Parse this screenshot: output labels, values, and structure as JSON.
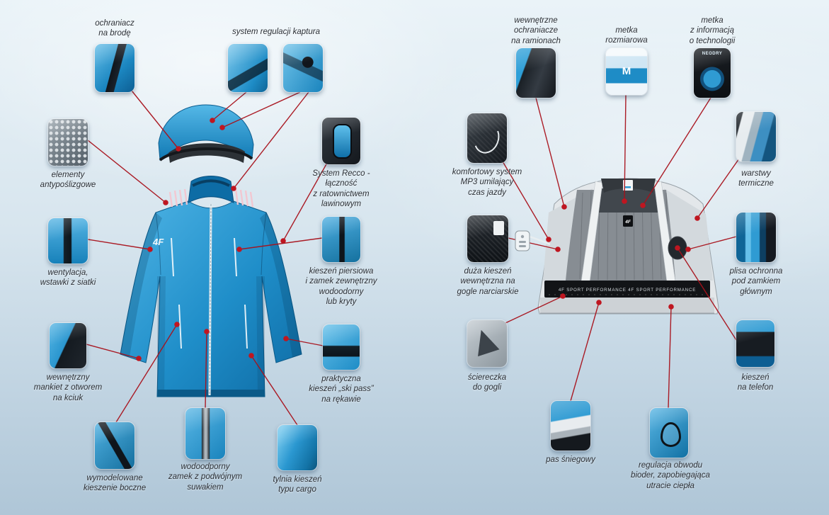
{
  "colors": {
    "connector_red": "#b01219",
    "jacket_blue": "#2196d2",
    "background_top": "#eaf3f8",
    "background_bottom": "#afc6d7"
  },
  "garment": {
    "brand_logo": "4F",
    "size_letter": "M",
    "tech_label": "NEODRY",
    "skirt_text": "4F SPORT PERFORMANCE    4F SPORT PERFORMANCE"
  },
  "left": {
    "features": [
      {
        "label": "ochraniacz\nna brodę"
      },
      {
        "label": "system regulacji kaptura"
      },
      {
        "label": "elementy\nantypoślizgowe"
      },
      {
        "label": "System Recco -\nłączność\nz ratownictwem\nlawinowym"
      },
      {
        "label": "wentylacja,\nwstawki z siatki"
      },
      {
        "label": "kieszeń piersiowa\ni zamek zewnętrzny\nwodoodorny\nlub kryty"
      },
      {
        "label": "wewnętrzny\nmankiet z otworem\nna kciuk"
      },
      {
        "label": "praktyczna\nkieszeń „ski pass”\nna rękawie"
      },
      {
        "label": "wymodelowane\nkieszenie boczne"
      },
      {
        "label": "wodoodporny\nzamek z podwójnym\nsuwakiem"
      },
      {
        "label": "tylnia kieszeń\ntypu cargo"
      }
    ]
  },
  "right": {
    "features": [
      {
        "label": "wewnętrzne\nochraniacze\nna ramionach"
      },
      {
        "label": "metka\nrozmiarowa"
      },
      {
        "label": "metka\nz informacją\no technologii"
      },
      {
        "label": "komfortowy system\nMP3 umilający\nczas jazdy"
      },
      {
        "label": "warstwy\ntermiczne"
      },
      {
        "label": "duża kieszeń\nwewnętrzna na\ngogle narciarskie"
      },
      {
        "label": "plisa ochronna\npod zamkiem\ngłównym"
      },
      {
        "label": "ściereczka\ndo gogli"
      },
      {
        "label": "kieszeń\nna telefon"
      },
      {
        "label": "pas śniegowy"
      },
      {
        "label": "regulacja obwodu\nbioder, zapobiegająca\nutracie ciepła"
      }
    ]
  }
}
